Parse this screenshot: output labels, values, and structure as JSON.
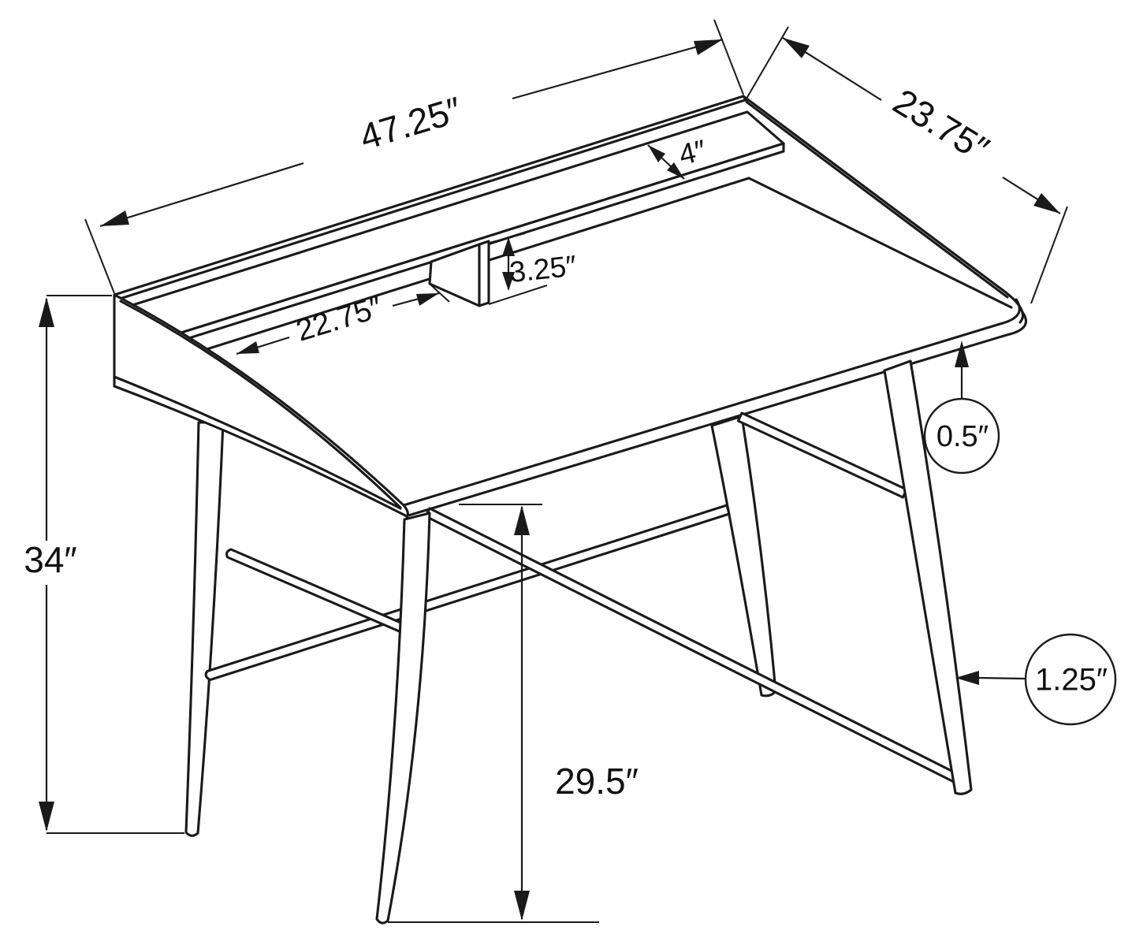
{
  "diagram": {
    "title": "desk isometric dimension drawing",
    "style": {
      "line_color": "#1a1a1a",
      "background": "#ffffff"
    },
    "units": "inches",
    "dims": {
      "overall_width": {
        "label": "47.25″"
      },
      "overall_depth": {
        "label": "23.75″"
      },
      "overall_height": {
        "label": "34″"
      },
      "shelf_depth": {
        "label": "4″"
      },
      "cubby_height": {
        "label": "3.25″"
      },
      "opening_width": {
        "label": "22.75″"
      },
      "top_thickness": {
        "label": "0.5″"
      },
      "clearance_height": {
        "label": "29.5″"
      },
      "leg_diameter": {
        "label": "1.25″"
      }
    }
  }
}
